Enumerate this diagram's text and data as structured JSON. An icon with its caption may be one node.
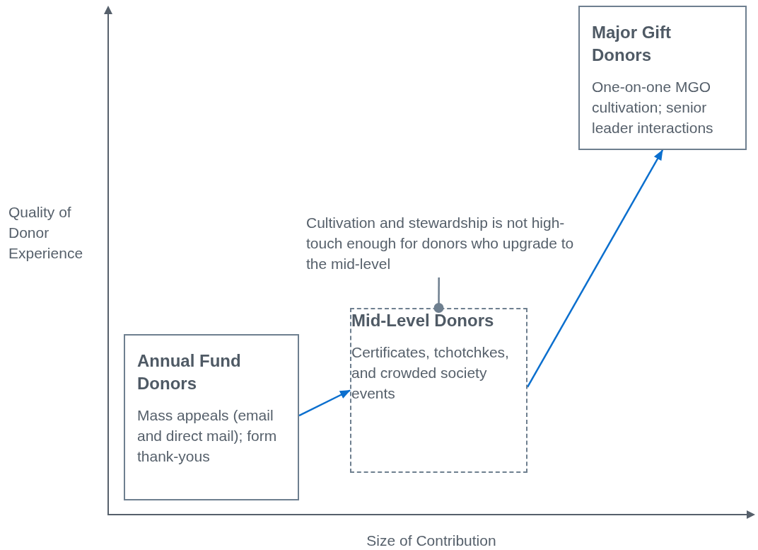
{
  "diagram": {
    "nodes": [
      {
        "text": [
          "Annual Fund Donors",
          "Mass appeals (email and direct mail); form thank-yous"
        ]
      },
      {
        "text": [
          "Mid-Level Donors",
          "Certificates, tchotchkes, and crowded society events"
        ]
      },
      {
        "text": [
          "Major Gift Donors",
          "One-on-one MGO cultivation; senior leader interactions"
        ]
      },
      {
        "text": [
          "Cultivation and stewardship is not high-touch enough for donors who upgrade to the mid-level"
        ]
      }
    ],
    "edges": [
      {
        "from": 0,
        "to": 1,
        "arrow": "to"
      },
      {
        "from": 1,
        "to": 2,
        "arrow": "to"
      },
      {
        "from": 3,
        "to": 1,
        "arrow": "other",
        "color": "#6e7f8f"
      }
    ],
    "labels": [
      "Quality of Donor Experience",
      "Size of Contribution"
    ]
  }
}
